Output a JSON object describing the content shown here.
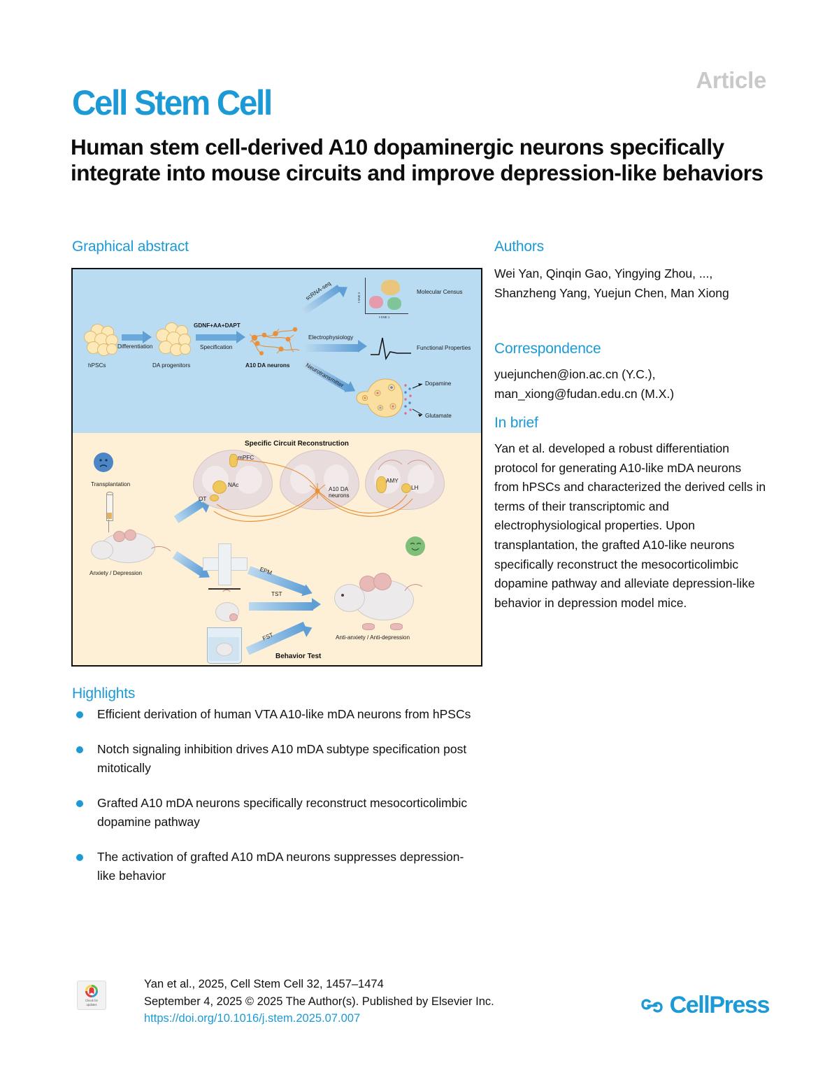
{
  "header": {
    "article_tag": "Article",
    "journal": "Cell Stem Cell",
    "title": "Human stem cell-derived A10 dopaminergic neurons specifically integrate into mouse circuits and improve depression-like behaviors"
  },
  "sections": {
    "graphical_abstract": "Graphical abstract",
    "authors": "Authors",
    "correspondence": "Correspondence",
    "in_brief": "In brief",
    "highlights": "Highlights"
  },
  "authors": {
    "list": "Wei Yan, Qinqin Gao, Yingying Zhou, ..., Shanzheng Yang, Yuejun Chen, Man Xiong"
  },
  "correspondence": {
    "emails": "yuejunchen@ion.ac.cn (Y.C.), man_xiong@fudan.edu.cn (M.X.)"
  },
  "in_brief": {
    "text": "Yan et al. developed a robust differentiation protocol for generating A10-like mDA neurons from hPSCs and characterized the derived cells in terms of their transcriptomic and electrophysiological properties. Upon transplantation, the grafted A10-like neurons specifically reconstruct the mesocorticolimbic dopamine pathway and alleviate depression-like behavior in depression model mice."
  },
  "highlights": [
    "Efficient derivation of human VTA A10-like mDA neurons from hPSCs",
    "Notch signaling inhibition drives A10 mDA subtype specification post mitotically",
    "Grafted A10 mDA neurons specifically reconstruct mesocorticolimbic dopamine pathway",
    "The activation of grafted A10 mDA neurons suppresses depression-like behavior"
  ],
  "footer": {
    "citation": "Yan et al., 2025, Cell Stem Cell 32, 1457–1474",
    "published": "September 4, 2025 © 2025 The Author(s). Published by Elsevier Inc.",
    "doi": "https://doi.org/10.1016/j.stem.2025.07.007",
    "crossmark_line1": "Check for",
    "crossmark_line2": "updates",
    "publisher": "CellPress"
  },
  "graphical_abstract": {
    "top_panel": {
      "stage_hpscs": "hPSCs",
      "stage_progenitors": "DA progenitors",
      "stage_neurons": "A10 DA neurons",
      "arrow1_label": "Differentiation",
      "arrow2_label_top": "GDNF+AA+DAPT",
      "arrow2_label_bottom": "Specification",
      "branch1_label": "scRNA-seq",
      "branch1_result": "Molecular Census",
      "branch2_label": "Electrophysiology",
      "branch2_result": "Functional Properties",
      "branch3_label": "Neurotransmitter",
      "output_dopamine": "Dopamine",
      "output_glutamate": "Glutamate",
      "tsne_x_axis": "t-SNE 1",
      "tsne_y_axis": "t-SNE 2"
    },
    "bottom_panel": {
      "title": "Specific Circuit Reconstruction",
      "transplantation": "Transplantation",
      "model_state": "Anxiety / Depression",
      "region_mpfc": "mPFC",
      "region_nac": "NAc",
      "region_ot": "OT",
      "region_a10": "A10 DA neurons",
      "region_amy": "AMY",
      "region_lh": "LH",
      "test_epm": "EPM",
      "test_tst": "TST",
      "test_fst": "FST",
      "behavior_title": "Behavior Test",
      "outcome": "Anti-anxiety / Anti-depression"
    }
  },
  "colors": {
    "brand_blue": "#1b9ad6",
    "panel_top": "#b9dcf2",
    "panel_bottom": "#fdf0d6",
    "arrow_blue": "#5f9fd6",
    "neuron_orange": "#e8913c",
    "article_gray": "#c9c9c9"
  }
}
